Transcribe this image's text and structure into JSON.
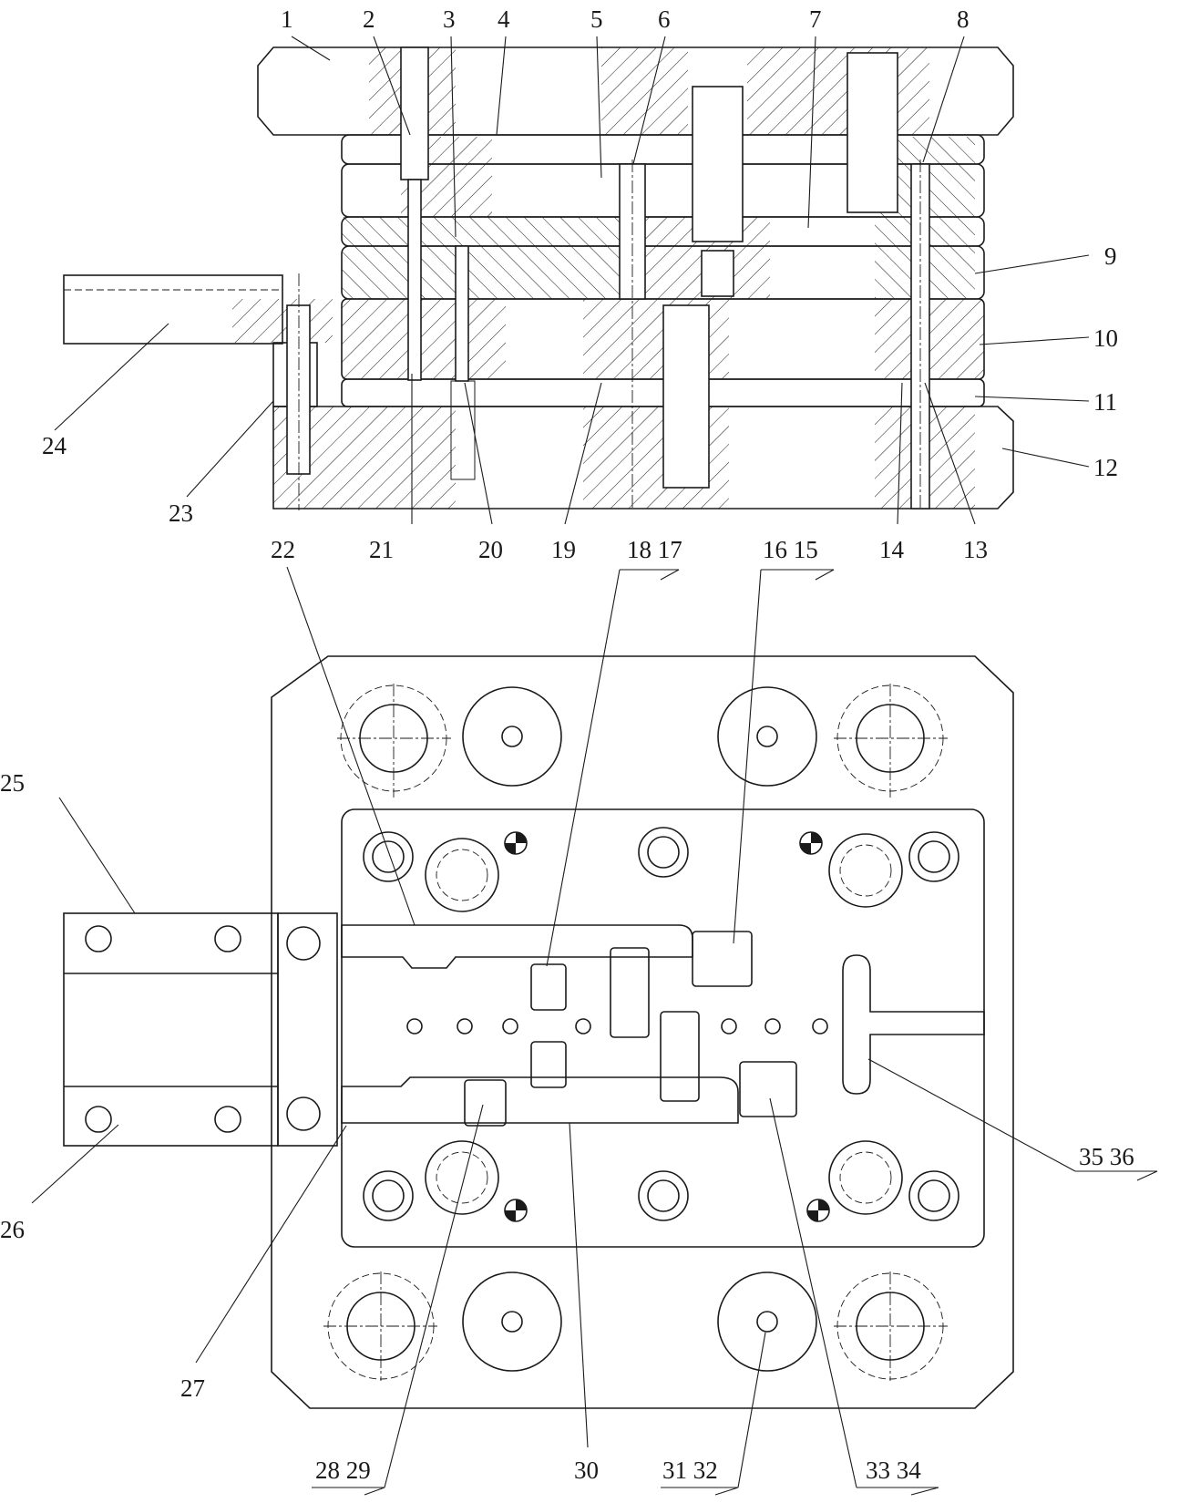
{
  "colors": {
    "ink": "#1a1a1a",
    "paper": "#ffffff"
  },
  "labels": {
    "l1": "1",
    "l2": "2",
    "l3": "3",
    "l4": "4",
    "l5": "5",
    "l6": "6",
    "l7": "7",
    "l8": "8",
    "l9": "9",
    "l10": "10",
    "l11": "11",
    "l12": "12",
    "l13": "13",
    "l14": "14",
    "l19": "19",
    "l20": "20",
    "l21": "21",
    "l22": "22",
    "l23": "23",
    "l24": "24",
    "l25": "25",
    "l26": "26",
    "l27": "27",
    "l30": "30",
    "g1718": "18 17",
    "g1516": "16 15",
    "g3536": "35 36",
    "g2829": "28 29",
    "g3132": "31 32",
    "g3334": "33 34"
  }
}
